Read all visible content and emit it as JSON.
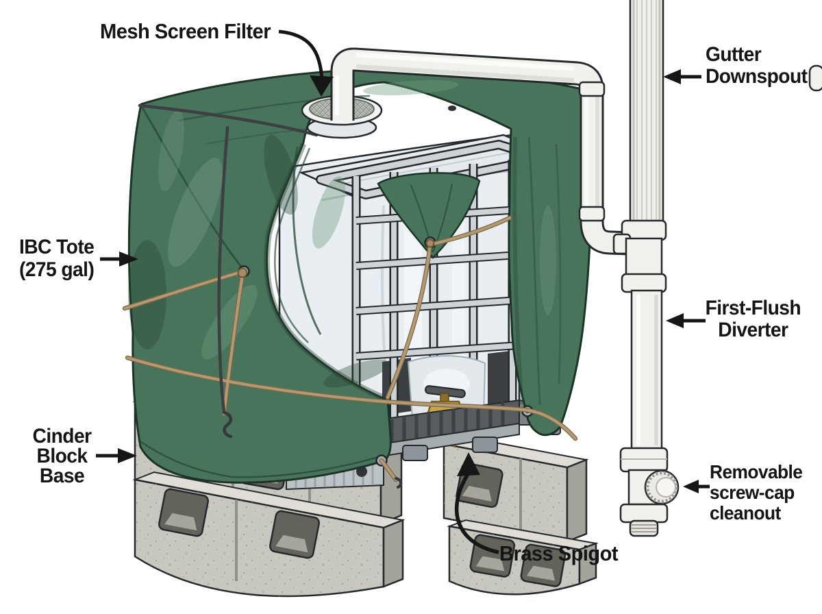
{
  "labels": [
    {
      "id": "mesh-screen-filter",
      "lines": [
        "Mesh Screen Filter"
      ]
    },
    {
      "id": "gutter-downspout",
      "lines": [
        "Gutter",
        "Downspout"
      ]
    },
    {
      "id": "ibc-tote",
      "lines": [
        "IBC Tote",
        "(275 gal)"
      ]
    },
    {
      "id": "first-flush-diverter",
      "lines": [
        "First-Flush",
        "Diverter"
      ]
    },
    {
      "id": "cinder-block-base",
      "lines": [
        "Cinder",
        "Block",
        "Base"
      ]
    },
    {
      "id": "removable-screw-cap-cleanout",
      "lines": [
        "Removable",
        "screw-cap",
        "cleanout"
      ]
    },
    {
      "id": "brass-spigot",
      "lines": [
        "Brass Spigot"
      ]
    }
  ],
  "colors": {
    "tarp": "#49745c",
    "tarp_shadow": "#2e5140",
    "tarp_highlight": "#6f9a7e",
    "tote": "#e9eef2",
    "cage": "#cdd3d7",
    "concrete": "#c8c8c1",
    "concrete_top": "#dfddd5",
    "concrete_side": "#a4a49c",
    "hole": "#63635c",
    "pipe": "#f1f1ed",
    "brass": "#c9a54e",
    "rope": "#b49a72",
    "ink": "#26292c",
    "label_ink": "#151515",
    "background": "#ffffff"
  }
}
